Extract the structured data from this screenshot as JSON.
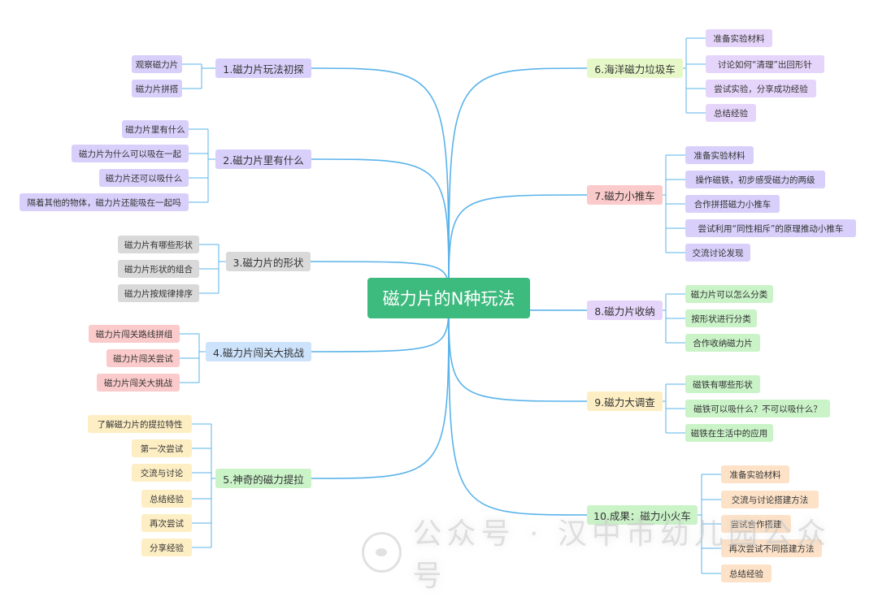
{
  "root": {
    "label": "磁力片的N种玩法"
  },
  "colors": {
    "line": "#5ab3ea",
    "purple": "#d8d0fb",
    "gray": "#d9d9d9",
    "pink": "#fbcaca",
    "blue": "#cce3fb",
    "green": "#caf3c8",
    "yellow": "#fdeec4",
    "lavender": "#e6d5fb",
    "peach": "#fde2c8",
    "lime": "#e7f8c8"
  },
  "branches": [
    {
      "label": "1.磁力片玩法初探",
      "color": "purple",
      "leaves": [
        "观察磁力片",
        "磁力片拼搭"
      ]
    },
    {
      "label": "2.磁力片里有什么",
      "color": "purple",
      "leaves": [
        "磁力片里有什么",
        "磁力片为什么可以吸在一起",
        "磁力片还可以吸什么",
        "隔着其他的物体，磁力片还能吸在一起吗"
      ]
    },
    {
      "label": "3.磁力片的形状",
      "color": "gray",
      "leaves": [
        "磁力片有哪些形状",
        "磁力片形状的组合",
        "磁力片按规律排序"
      ]
    },
    {
      "label": "4.磁力片闯关大挑战",
      "color": "blue",
      "leafColor": "pink",
      "leaves": [
        "磁力片闯关路线拼组",
        "磁力片闯关尝试",
        "磁力片闯关大挑战"
      ]
    },
    {
      "label": "5.神奇的磁力提拉",
      "color": "green",
      "leafColor": "yellow",
      "leaves": [
        "了解磁力片的提拉特性",
        "第一次尝试",
        "交流与讨论",
        "总结经验",
        "再次尝试",
        "分享经验"
      ]
    },
    {
      "label": "6.海洋磁力垃圾车",
      "color": "lime",
      "leafColor": "lavender",
      "leaves": [
        "准备实验材料",
        "讨论如何“清理”出回形针",
        "尝试实验，分享成功经验",
        "总结经验"
      ]
    },
    {
      "label": "7.磁力小推车",
      "color": "pink",
      "leafColor": "purple",
      "leaves": [
        "准备实验材料",
        "操作磁铁，初步感受磁力的两级",
        "合作拼搭磁力小推车",
        "尝试利用“同性相斥”的原理推动小推车",
        "交流讨论发现"
      ]
    },
    {
      "label": "8.磁力片收纳",
      "color": "lavender",
      "leafColor": "green",
      "leaves": [
        "磁力片可以怎么分类",
        "按形状进行分类",
        "合作收纳磁力片"
      ]
    },
    {
      "label": "9.磁力大调查",
      "color": "yellow",
      "leafColor": "green",
      "leaves": [
        "磁铁有哪些形状",
        "磁铁可以吸什么？不可以吸什么？",
        "磁铁在生活中的应用"
      ]
    },
    {
      "label": "10.成果：磁力小火车",
      "color": "green",
      "leafColor": "peach",
      "leaves": [
        "准备实验材料",
        "交流与讨论搭建方法",
        "尝试合作搭建",
        "再次尝试不同搭建方法",
        "总结经验"
      ]
    }
  ],
  "watermark": {
    "text": "公众号 · 汉中市幼儿园公众号"
  }
}
